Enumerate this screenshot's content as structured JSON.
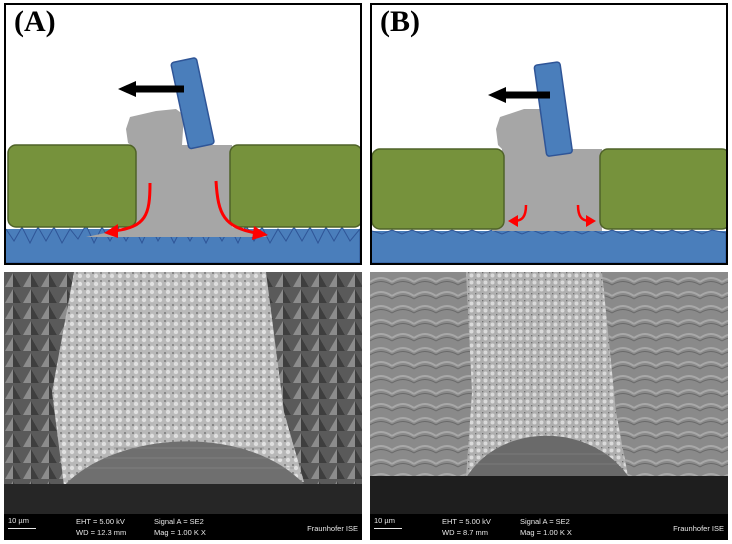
{
  "panels": {
    "A": {
      "label": "(A)"
    },
    "B": {
      "label": "(B)"
    }
  },
  "sem_left": {
    "scale": "10 µm",
    "eht": "EHT =  5.00 kV",
    "wd": "WD = 12.3 mm",
    "signal": "Signal A = SE2",
    "mag": "Mag =    1.00 K X",
    "org": "Fraunhofer ISE"
  },
  "sem_right": {
    "scale": "10 µm",
    "eht": "EHT =  5.00 kV",
    "wd": "WD =  8.7 mm",
    "signal": "Signal A = SE2",
    "mag": "Mag =    1.00 K X",
    "org": "Fraunhofer ISE"
  },
  "colors": {
    "green": "#76923c",
    "blue": "#4a7ebb",
    "grey": "#a6a6a6",
    "red": "#ff0000"
  }
}
